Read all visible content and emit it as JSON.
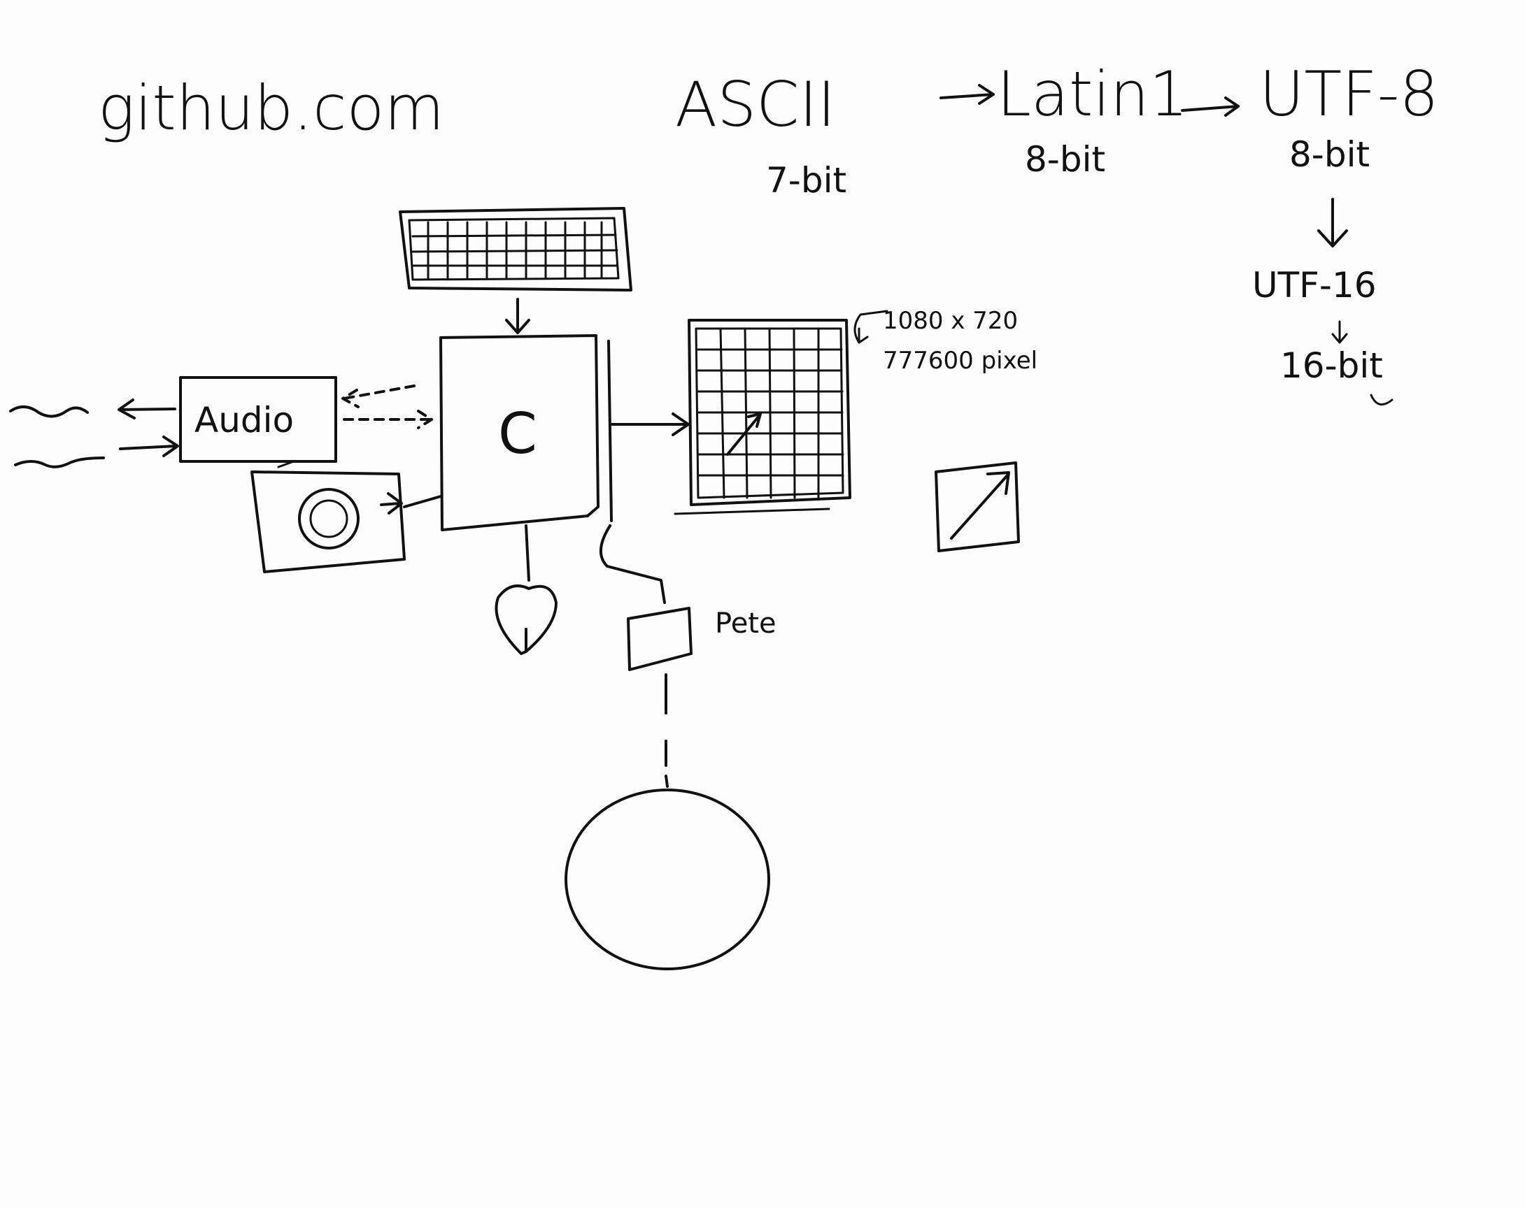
{
  "labels": {
    "site": "github.com",
    "ascii": "ASCII",
    "latin1": "Latin1",
    "utf8": "UTF-8",
    "utf16": "UTF-16",
    "bits_ascii": "7-bit",
    "bits_latin1": "8-bit",
    "bits_utf8": "8-bit",
    "bits_utf16": "16-bit",
    "cpu": "C",
    "audio": "Audio",
    "resolution": "1080 x 720",
    "pixels": "777600 pixel",
    "person": "Pete"
  },
  "colors": {
    "ink": "#111111",
    "board": "#fdfdfd"
  }
}
